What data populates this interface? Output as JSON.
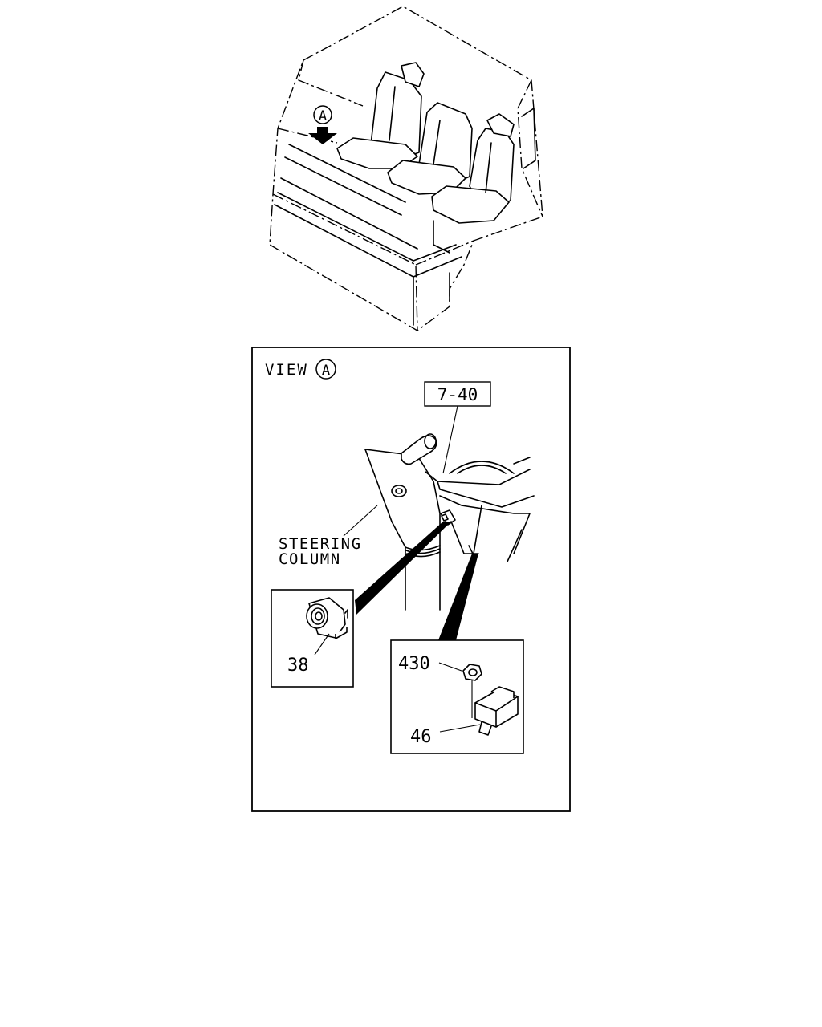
{
  "cab_view": {
    "view_marker": "A"
  },
  "detail_view": {
    "view_prefix": "VIEW",
    "view_marker": "A",
    "reference_box": "7-40",
    "steering_label_line1": "STEERING",
    "steering_label_line2": "COLUMN"
  },
  "callouts": {
    "part_38": "38",
    "part_430": "430",
    "part_46": "46"
  }
}
